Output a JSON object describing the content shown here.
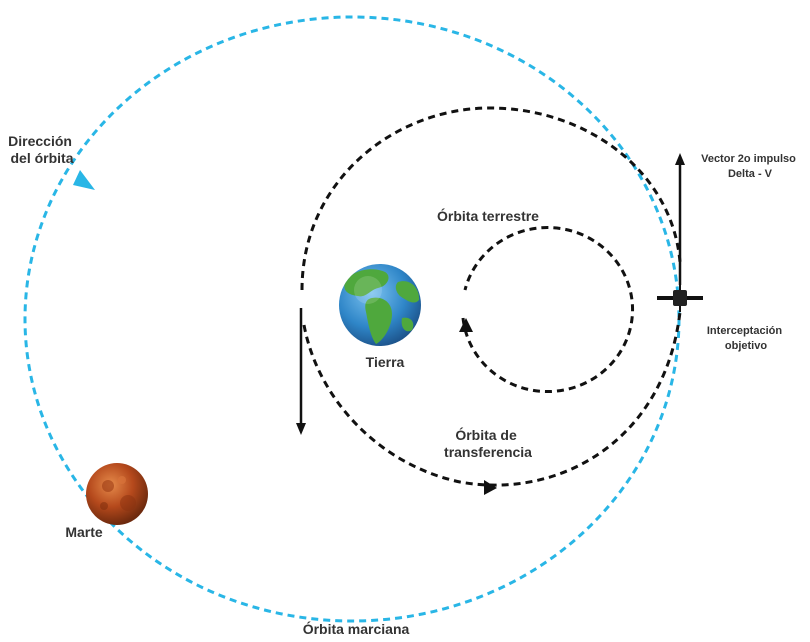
{
  "labels": {
    "orbit_direction_line1": "Dirección",
    "orbit_direction_line2": "del órbita",
    "vector_line1": "Vector 2o impulso",
    "vector_line2": "Delta - V",
    "earth_orbit": "Órbita terrestre",
    "earth": "Tierra",
    "interception_line1": "Interceptación",
    "interception_line2": "objetivo",
    "transfer_line1": "Órbita de",
    "transfer_line2": "transferencia",
    "mars": "Marte",
    "mars_orbit": "Órbita marciana"
  },
  "colors": {
    "mars_orbit": "#29b6e6",
    "transfer_orbit": "#111111",
    "earth_orbit": "#111111",
    "text": "#333333",
    "earth_ocean": "#2f86c8",
    "earth_land": "#4fa83d",
    "mars_surface": "#b5491c"
  },
  "icons": {
    "earth": "earth-globe-icon",
    "mars": "mars-planet-icon",
    "satellite": "satellite-icon"
  }
}
